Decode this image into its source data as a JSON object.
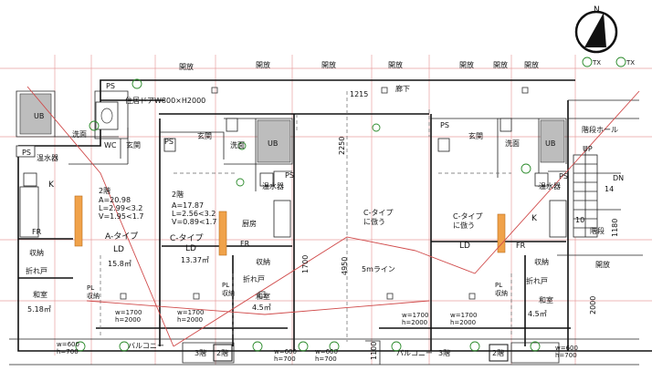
{
  "north_marker": {
    "label": "N"
  },
  "top_labels": [
    "開放",
    "開放",
    "開放",
    "開放",
    "開放",
    "開放",
    "開放"
  ],
  "side_labels": {
    "hallway": "廊下",
    "stair_hall": "階段ホール",
    "up": "UP",
    "dn": "DN",
    "stair": "階段",
    "stair_num_top": "14",
    "stair_num_bottom": "10",
    "open_right": "開放",
    "dim_1215": "1215",
    "dim_2250": "2250",
    "dim_4950": "4950",
    "dim_1700": "1700",
    "dim_2000": "2000",
    "dim_1180": "1180",
    "line_label": "5mライン",
    "tx1": "TX",
    "tx2": "TX",
    "dim_1100": "1100",
    "dim_bottom_a": "w=600\nh=700",
    "dim_bottom_b": "w=600\nh=700",
    "dim_bottom_c": "w=600\nh=700",
    "dim_bottom_d": "w=600\nh=700"
  },
  "unit_left": {
    "ps": "PS",
    "door_note": "住居ドアW800×H2000",
    "ub": "UB",
    "wash": "洗面",
    "wc": "WC",
    "entry": "玄関",
    "ps2": "PS",
    "boiler": "温水器",
    "k": "K",
    "fr": "FR",
    "storage": "収納",
    "folding": "折れ戸",
    "washitsu": "和室",
    "washitsu_area": "5.18㎡",
    "closet": "PL\n収納",
    "window": "w=1700\nh=2000",
    "floor": "2階",
    "dims": "A=20.98\nL=2.99<3.2\nV=1.95<1.7",
    "type": "A-タイプ",
    "ld": "LD",
    "ld_area": "15.8㎡",
    "balcony": "バルコニー",
    "floor_b": "3階"
  },
  "unit_mid": {
    "ps": "PS",
    "entry": "玄関",
    "wash": "洗面",
    "ub": "UB",
    "boiler": "温水器",
    "ps2": "PS",
    "floor": "2階",
    "dims": "A=17.87\nL=2.56<3.2\nV=0.89<1.7",
    "type": "C-タイプ",
    "ld": "LD",
    "ld_area": "13.37㎡",
    "kitchen": "厨房",
    "fr": "FR",
    "storage": "収納",
    "folding": "折れ戸",
    "washitsu": "和室",
    "washitsu_area": "4.5㎡",
    "closet": "PL\n収納",
    "window": "w=1700\nh=2000",
    "window2": "w=1700\nh=2000"
  },
  "unit_center": {
    "type": "C-タイプ\nに倣う",
    "window": "w=1700\nh=2000"
  },
  "unit_right": {
    "ps": "PS",
    "entry": "玄関",
    "wash": "洗面",
    "ub": "UB",
    "boiler": "温水器",
    "ps2": "PS",
    "type": "C-タイプ\nに倣う",
    "k": "K",
    "ld": "LD",
    "fr": "FR",
    "storage": "収納",
    "folding": "折れ戸",
    "washitsu": "和室",
    "washitsu_area": "4.5㎡",
    "closet": "PL\n収納",
    "window": "w=1700\nh=2000",
    "balcony": "バルコニー",
    "floor_b": "3階"
  }
}
